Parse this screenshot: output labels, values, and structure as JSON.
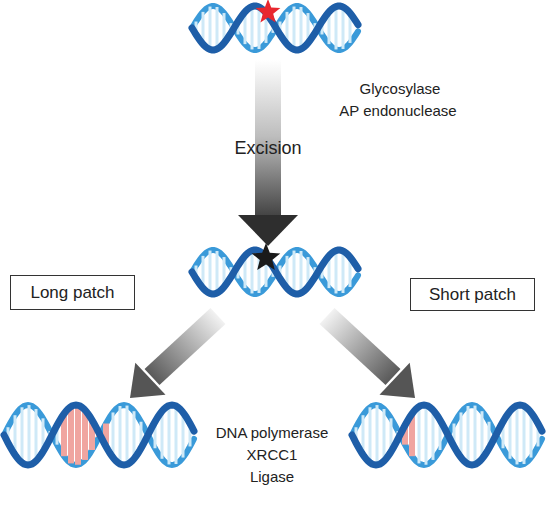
{
  "diagram": {
    "nodes": [
      {
        "text": [
          "Long patch"
        ]
      },
      {
        "text": [
          "Short patch"
        ]
      }
    ],
    "labels": [
      "Excision",
      "Glycosylase",
      "AP endonuclease",
      "DNA polymerase",
      "XRCC1",
      "Ligase"
    ]
  }
}
